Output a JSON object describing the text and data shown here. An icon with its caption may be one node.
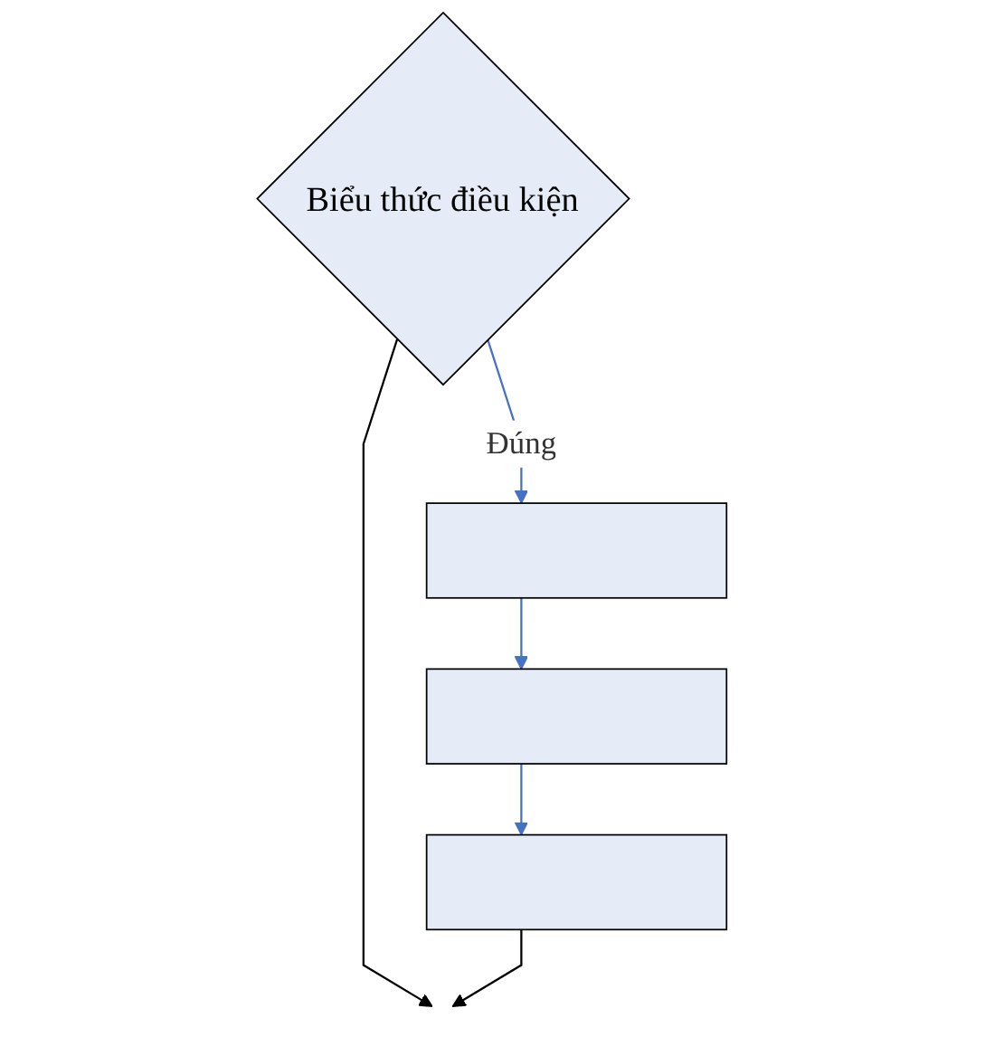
{
  "diagram": {
    "nodes": [
      {
        "text": [
          "Biểu thức điều kiện"
        ]
      },
      {
        "text": [],
        "shape": "box"
      },
      {
        "text": [],
        "shape": "box"
      },
      {
        "text": [],
        "shape": "box"
      }
    ],
    "edges": [
      {
        "from": 0,
        "to": 1,
        "arrow": "to",
        "label": "Đúng"
      },
      {
        "from": 1,
        "to": 2,
        "arrow": "to"
      },
      {
        "from": 2,
        "to": 3,
        "arrow": "to"
      },
      {
        "from": 0,
        "to": null,
        "arrow": "to",
        "color": "#000000"
      },
      {
        "from": 3,
        "to": null,
        "arrow": "to",
        "color": "#000000"
      }
    ]
  }
}
